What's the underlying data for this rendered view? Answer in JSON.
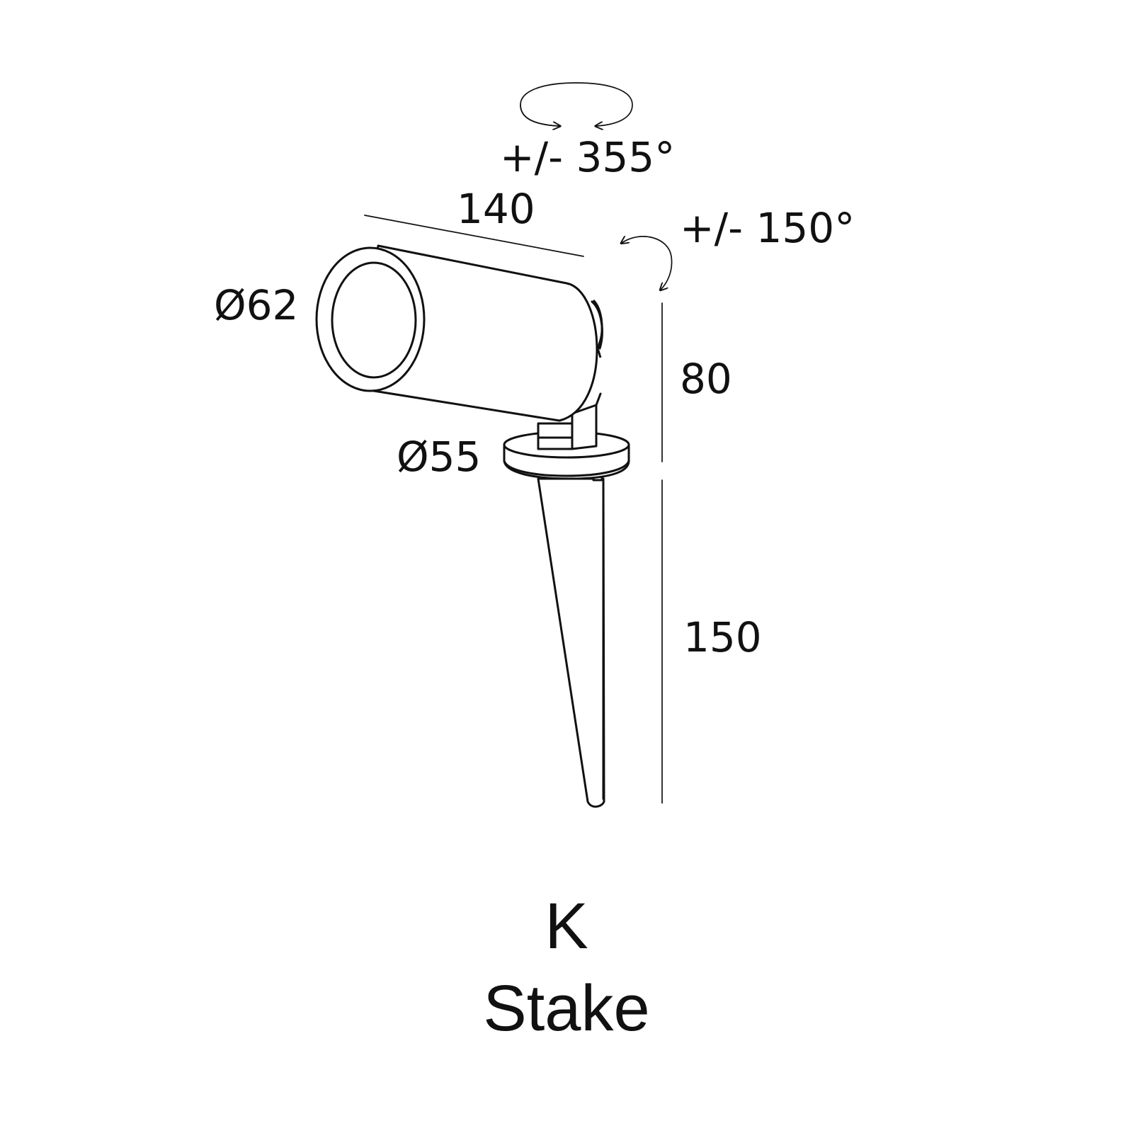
{
  "diagram": {
    "rotation_label": "+/- 355°",
    "tilt_label": "+/- 150°",
    "length_label": "140",
    "head_diameter_label": "Ø62",
    "base_diameter_label": "Ø55",
    "height_label": "80",
    "stake_length_label": "150"
  },
  "caption": {
    "code": "K",
    "name": "Stake"
  }
}
